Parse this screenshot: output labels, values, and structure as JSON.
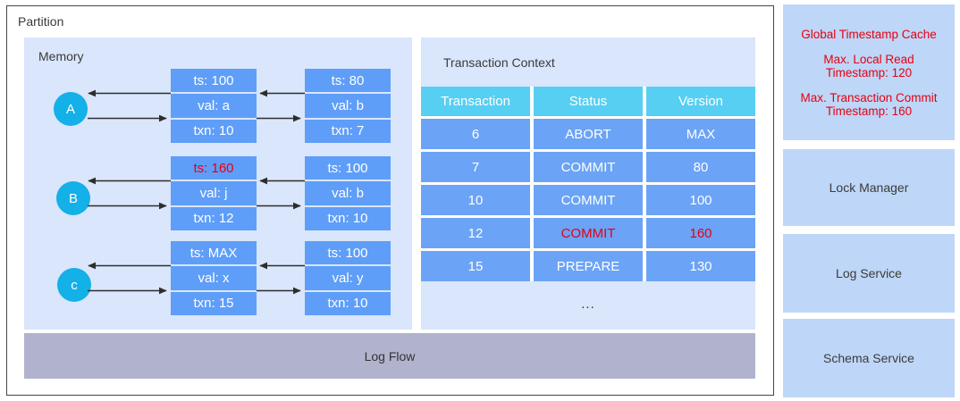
{
  "partition": {
    "label": "Partition",
    "memory": {
      "label": "Memory",
      "rows": [
        {
          "key": "A",
          "nodes": [
            {
              "ts": "ts: 100",
              "val": "val: a",
              "txn": "txn: 10"
            },
            {
              "ts": "ts: 80",
              "val": "val: b",
              "txn": "txn: 7"
            }
          ]
        },
        {
          "key": "B",
          "nodes": [
            {
              "ts": "ts: 160",
              "val": "val: j",
              "txn": "txn: 12"
            },
            {
              "ts": "ts: 100",
              "val": "val: b",
              "txn": "txn: 10"
            }
          ]
        },
        {
          "key": "c",
          "nodes": [
            {
              "ts": "ts: MAX",
              "val": "val: x",
              "txn": "txn: 15"
            },
            {
              "ts": "ts: 100",
              "val": "val: y",
              "txn": "txn: 10"
            }
          ]
        }
      ]
    },
    "transaction_context": {
      "label": "Transaction Context",
      "columns": [
        "Transaction",
        "Status",
        "Version"
      ],
      "rows": [
        {
          "transaction": "6",
          "status": "ABORT",
          "version": "MAX"
        },
        {
          "transaction": "7",
          "status": "COMMIT",
          "version": "80"
        },
        {
          "transaction": "10",
          "status": "COMMIT",
          "version": "100"
        },
        {
          "transaction": "12",
          "status": "COMMIT",
          "version": "160"
        },
        {
          "transaction": "15",
          "status": "PREPARE",
          "version": "130"
        }
      ],
      "ellipsis": "..."
    },
    "log_flow": {
      "label": "Log Flow"
    }
  },
  "sidebar": {
    "global_timestamp_cache": {
      "title": "Global Timestamp Cache",
      "max_local_read": "Max. Local Read Timestamp: 120",
      "max_txn_commit": "Max. Transaction Commit Timestamp: 160"
    },
    "lock_manager": "Lock Manager",
    "log_service": "Log Service",
    "schema_service": "Schema Service"
  },
  "colors": {
    "highlight_red": "#e60012",
    "node_blue": "#5f9ef8",
    "table_row_blue": "#6ba3f6",
    "table_header_cyan": "#57cff2",
    "panel_light_blue": "#d9e6fb",
    "sidebar_box_blue": "#bed6f7",
    "log_flow_gray": "#b1b3ce",
    "key_circle_cyan": "#14b0e8"
  }
}
